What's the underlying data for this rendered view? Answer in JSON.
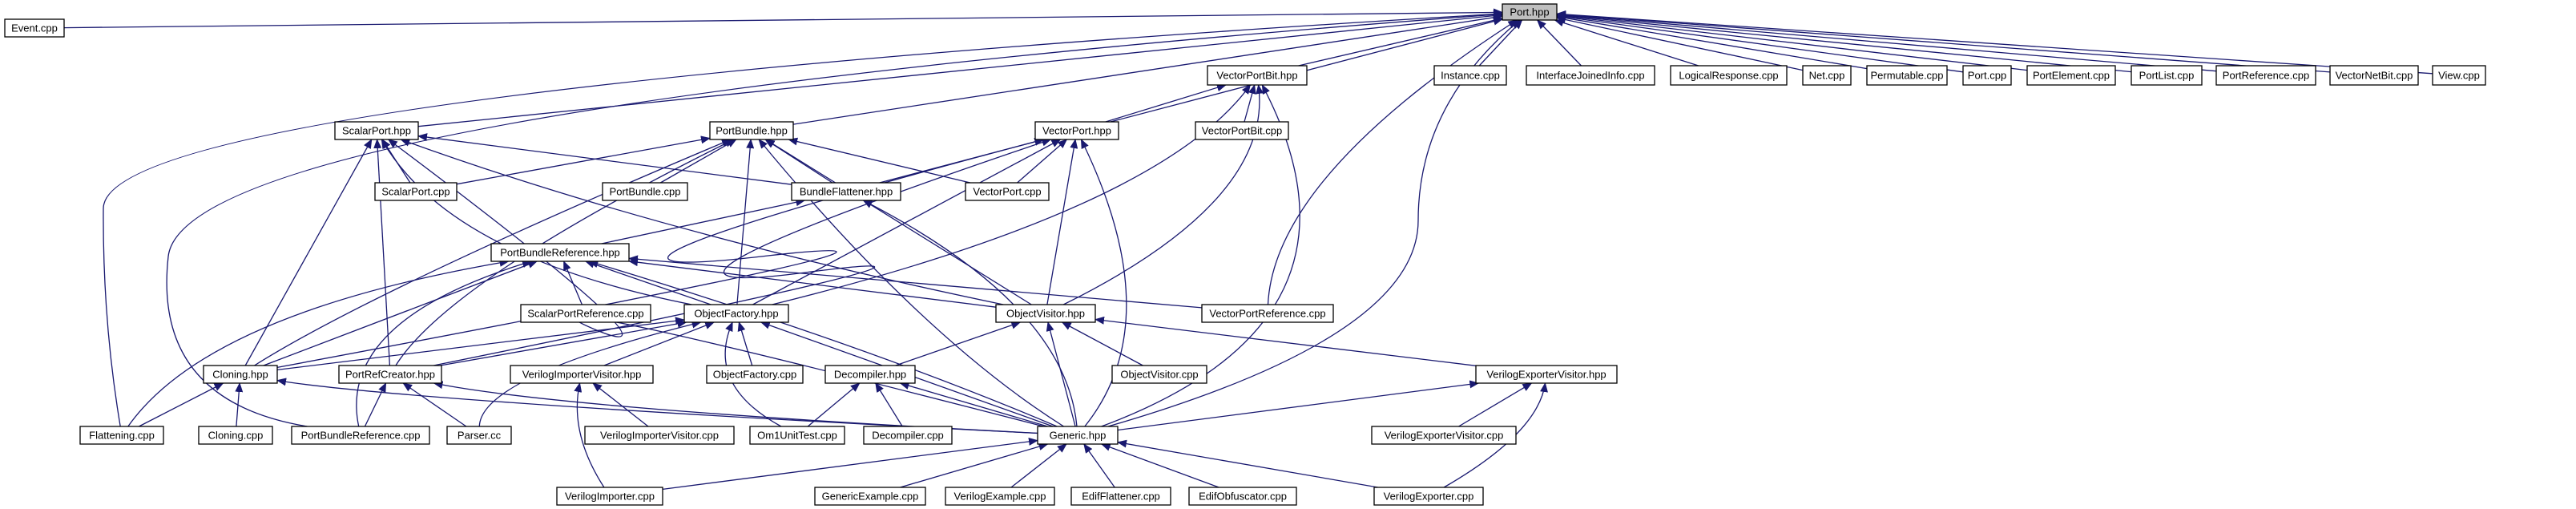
{
  "diagram": {
    "root": "Port.hpp",
    "edge_color": "#191970",
    "root_fill": "#bfbfbf",
    "nodes": [
      {
        "id": "port_hpp",
        "label": "Port.hpp"
      },
      {
        "id": "event_cpp",
        "label": "Event.cpp"
      },
      {
        "id": "vectorportbit_hpp",
        "label": "VectorPortBit.hpp"
      },
      {
        "id": "instance_cpp",
        "label": "Instance.cpp"
      },
      {
        "id": "interfacejoinedinfo_cpp",
        "label": "InterfaceJoinedInfo.cpp"
      },
      {
        "id": "logicalresponse_cpp",
        "label": "LogicalResponse.cpp"
      },
      {
        "id": "net_cpp",
        "label": "Net.cpp"
      },
      {
        "id": "permutable_cpp",
        "label": "Permutable.cpp"
      },
      {
        "id": "port_cpp",
        "label": "Port.cpp"
      },
      {
        "id": "portelement_cpp",
        "label": "PortElement.cpp"
      },
      {
        "id": "portlist_cpp",
        "label": "PortList.cpp"
      },
      {
        "id": "portreference_cpp",
        "label": "PortReference.cpp"
      },
      {
        "id": "vectornetbit_cpp",
        "label": "VectorNetBit.cpp"
      },
      {
        "id": "view_cpp",
        "label": "View.cpp"
      },
      {
        "id": "scalarport_hpp",
        "label": "ScalarPort.hpp"
      },
      {
        "id": "portbundle_hpp",
        "label": "PortBundle.hpp"
      },
      {
        "id": "vectorport_hpp",
        "label": "VectorPort.hpp"
      },
      {
        "id": "vectorportbit_cpp",
        "label": "VectorPortBit.cpp"
      },
      {
        "id": "scalarport_cpp",
        "label": "ScalarPort.cpp"
      },
      {
        "id": "portbundle_cpp",
        "label": "PortBundle.cpp"
      },
      {
        "id": "bundleflattener_hpp",
        "label": "BundleFlattener.hpp"
      },
      {
        "id": "vectorport_cpp",
        "label": "VectorPort.cpp"
      },
      {
        "id": "portbundlereference_hpp",
        "label": "PortBundleReference.hpp"
      },
      {
        "id": "scalarportreference_cpp",
        "label": "ScalarPortReference.cpp"
      },
      {
        "id": "objectfactory_hpp",
        "label": "ObjectFactory.hpp"
      },
      {
        "id": "objectvisitor_hpp",
        "label": "ObjectVisitor.hpp"
      },
      {
        "id": "vectorportreference_cpp",
        "label": "VectorPortReference.cpp"
      },
      {
        "id": "cloning_hpp",
        "label": "Cloning.hpp"
      },
      {
        "id": "portrefcreator_hpp",
        "label": "PortRefCreator.hpp"
      },
      {
        "id": "verilogimportervisitor_hpp",
        "label": "VerilogImporterVisitor.hpp"
      },
      {
        "id": "objectfactory_cpp",
        "label": "ObjectFactory.cpp"
      },
      {
        "id": "decompiler_hpp",
        "label": "Decompiler.hpp"
      },
      {
        "id": "objectvisitor_cpp",
        "label": "ObjectVisitor.cpp"
      },
      {
        "id": "verilogexportervisitor_hpp",
        "label": "VerilogExporterVisitor.hpp"
      },
      {
        "id": "flattening_cpp",
        "label": "Flattening.cpp"
      },
      {
        "id": "cloning_cpp",
        "label": "Cloning.cpp"
      },
      {
        "id": "portbundlereference_cpp",
        "label": "PortBundleReference.cpp"
      },
      {
        "id": "parser_cc",
        "label": "Parser.cc"
      },
      {
        "id": "verilogimportervisitor_cpp",
        "label": "VerilogImporterVisitor.cpp"
      },
      {
        "id": "om1unittest_cpp",
        "label": "Om1UnitTest.cpp"
      },
      {
        "id": "decompiler_cpp",
        "label": "Decompiler.cpp"
      },
      {
        "id": "generic_hpp",
        "label": "Generic.hpp"
      },
      {
        "id": "verilogexportervisitor_cpp",
        "label": "VerilogExporterVisitor.cpp"
      },
      {
        "id": "verilogimporter_cpp",
        "label": "VerilogImporter.cpp"
      },
      {
        "id": "genericexample_cpp",
        "label": "GenericExample.cpp"
      },
      {
        "id": "verilogexample_cpp",
        "label": "VerilogExample.cpp"
      },
      {
        "id": "ediflattener_cpp",
        "label": "EdifFlattener.cpp"
      },
      {
        "id": "edifobfuscator_cpp",
        "label": "EdifObfuscator.cpp"
      },
      {
        "id": "verilogexporter_cpp",
        "label": "VerilogExporter.cpp"
      }
    ],
    "edges": [
      [
        "event_cpp",
        "port_hpp"
      ],
      [
        "flattening_cpp",
        "port_hpp"
      ],
      [
        "portbundlereference_cpp",
        "port_hpp"
      ],
      [
        "scalarport_hpp",
        "port_hpp"
      ],
      [
        "portbundle_hpp",
        "port_hpp"
      ],
      [
        "vectorport_hpp",
        "port_hpp"
      ],
      [
        "vectorportbit_hpp",
        "port_hpp"
      ],
      [
        "vectorportreference_cpp",
        "port_hpp"
      ],
      [
        "generic_hpp",
        "port_hpp"
      ],
      [
        "instance_cpp",
        "port_hpp"
      ],
      [
        "interfacejoinedinfo_cpp",
        "port_hpp"
      ],
      [
        "logicalresponse_cpp",
        "port_hpp"
      ],
      [
        "net_cpp",
        "port_hpp"
      ],
      [
        "permutable_cpp",
        "port_hpp"
      ],
      [
        "port_cpp",
        "port_hpp"
      ],
      [
        "portelement_cpp",
        "port_hpp"
      ],
      [
        "portlist_cpp",
        "port_hpp"
      ],
      [
        "portreference_cpp",
        "port_hpp"
      ],
      [
        "vectornetbit_cpp",
        "port_hpp"
      ],
      [
        "view_cpp",
        "port_hpp"
      ],
      [
        "vectorport_hpp",
        "vectorportbit_hpp"
      ],
      [
        "vectorportbit_cpp",
        "vectorportbit_hpp"
      ],
      [
        "objectfactory_hpp",
        "vectorportbit_hpp"
      ],
      [
        "objectvisitor_hpp",
        "vectorportbit_hpp"
      ],
      [
        "generic_hpp",
        "vectorportbit_hpp"
      ],
      [
        "scalarport_cpp",
        "scalarport_hpp"
      ],
      [
        "bundleflattener_hpp",
        "scalarport_hpp"
      ],
      [
        "cloning_hpp",
        "scalarport_hpp"
      ],
      [
        "portrefcreator_hpp",
        "scalarport_hpp"
      ],
      [
        "objectfactory_hpp",
        "scalarport_hpp"
      ],
      [
        "objectvisitor_hpp",
        "scalarport_hpp"
      ],
      [
        "generic_hpp",
        "scalarport_hpp"
      ],
      [
        "portbundle_cpp",
        "portbundle_hpp"
      ],
      [
        "bundleflattener_hpp",
        "portbundle_hpp"
      ],
      [
        "vectorport_cpp",
        "portbundle_hpp"
      ],
      [
        "scalarport_cpp",
        "portbundle_hpp"
      ],
      [
        "cloning_hpp",
        "portbundle_hpp"
      ],
      [
        "portrefcreator_hpp",
        "portbundle_hpp"
      ],
      [
        "objectfactory_hpp",
        "portbundle_hpp"
      ],
      [
        "objectvisitor_hpp",
        "portbundle_hpp"
      ],
      [
        "generic_hpp",
        "portbundle_hpp"
      ],
      [
        "vectorport_cpp",
        "vectorport_hpp"
      ],
      [
        "bundleflattener_hpp",
        "vectorport_hpp"
      ],
      [
        "cloning_hpp",
        "vectorport_hpp"
      ],
      [
        "portrefcreator_hpp",
        "vectorport_hpp"
      ],
      [
        "objectfactory_hpp",
        "vectorport_hpp"
      ],
      [
        "objectvisitor_hpp",
        "vectorport_hpp"
      ],
      [
        "generic_hpp",
        "vectorport_hpp"
      ],
      [
        "portbundlereference_hpp",
        "bundleflattener_hpp"
      ],
      [
        "generic_hpp",
        "bundleflattener_hpp"
      ],
      [
        "scalarportreference_cpp",
        "portbundlereference_hpp"
      ],
      [
        "objectfactory_hpp",
        "portbundlereference_hpp"
      ],
      [
        "objectvisitor_hpp",
        "portbundlereference_hpp"
      ],
      [
        "vectorportreference_cpp",
        "portbundlereference_hpp"
      ],
      [
        "cloning_hpp",
        "portbundlereference_hpp"
      ],
      [
        "portbundlereference_cpp",
        "portbundlereference_hpp"
      ],
      [
        "flattening_cpp",
        "portbundlereference_hpp"
      ],
      [
        "generic_hpp",
        "portbundlereference_hpp"
      ],
      [
        "cloning_hpp",
        "objectfactory_hpp"
      ],
      [
        "portrefcreator_hpp",
        "objectfactory_hpp"
      ],
      [
        "verilogimportervisitor_hpp",
        "objectfactory_hpp"
      ],
      [
        "objectfactory_cpp",
        "objectfactory_hpp"
      ],
      [
        "parser_cc",
        "objectfactory_hpp"
      ],
      [
        "om1unittest_cpp",
        "objectfactory_hpp"
      ],
      [
        "generic_hpp",
        "objectfactory_hpp"
      ],
      [
        "decompiler_hpp",
        "objectvisitor_hpp"
      ],
      [
        "objectvisitor_cpp",
        "objectvisitor_hpp"
      ],
      [
        "verilogexportervisitor_hpp",
        "objectvisitor_hpp"
      ],
      [
        "generic_hpp",
        "objectvisitor_hpp"
      ],
      [
        "flattening_cpp",
        "cloning_hpp"
      ],
      [
        "cloning_cpp",
        "cloning_hpp"
      ],
      [
        "generic_hpp",
        "cloning_hpp"
      ],
      [
        "portbundlereference_cpp",
        "portrefcreator_hpp"
      ],
      [
        "parser_cc",
        "portrefcreator_hpp"
      ],
      [
        "generic_hpp",
        "portrefcreator_hpp"
      ],
      [
        "verilogimportervisitor_cpp",
        "verilogimportervisitor_hpp"
      ],
      [
        "verilogimporter_cpp",
        "verilogimportervisitor_hpp"
      ],
      [
        "om1unittest_cpp",
        "decompiler_hpp"
      ],
      [
        "decompiler_cpp",
        "decompiler_hpp"
      ],
      [
        "generic_hpp",
        "decompiler_hpp"
      ],
      [
        "generic_hpp",
        "verilogexportervisitor_hpp"
      ],
      [
        "verilogexportervisitor_cpp",
        "verilogexportervisitor_hpp"
      ],
      [
        "verilogexporter_cpp",
        "verilogexportervisitor_hpp"
      ],
      [
        "verilogimporter_cpp",
        "generic_hpp"
      ],
      [
        "genericexample_cpp",
        "generic_hpp"
      ],
      [
        "verilogexample_cpp",
        "generic_hpp"
      ],
      [
        "ediflattener_cpp",
        "generic_hpp"
      ],
      [
        "edifobfuscator_cpp",
        "generic_hpp"
      ],
      [
        "verilogexporter_cpp",
        "generic_hpp"
      ]
    ]
  }
}
